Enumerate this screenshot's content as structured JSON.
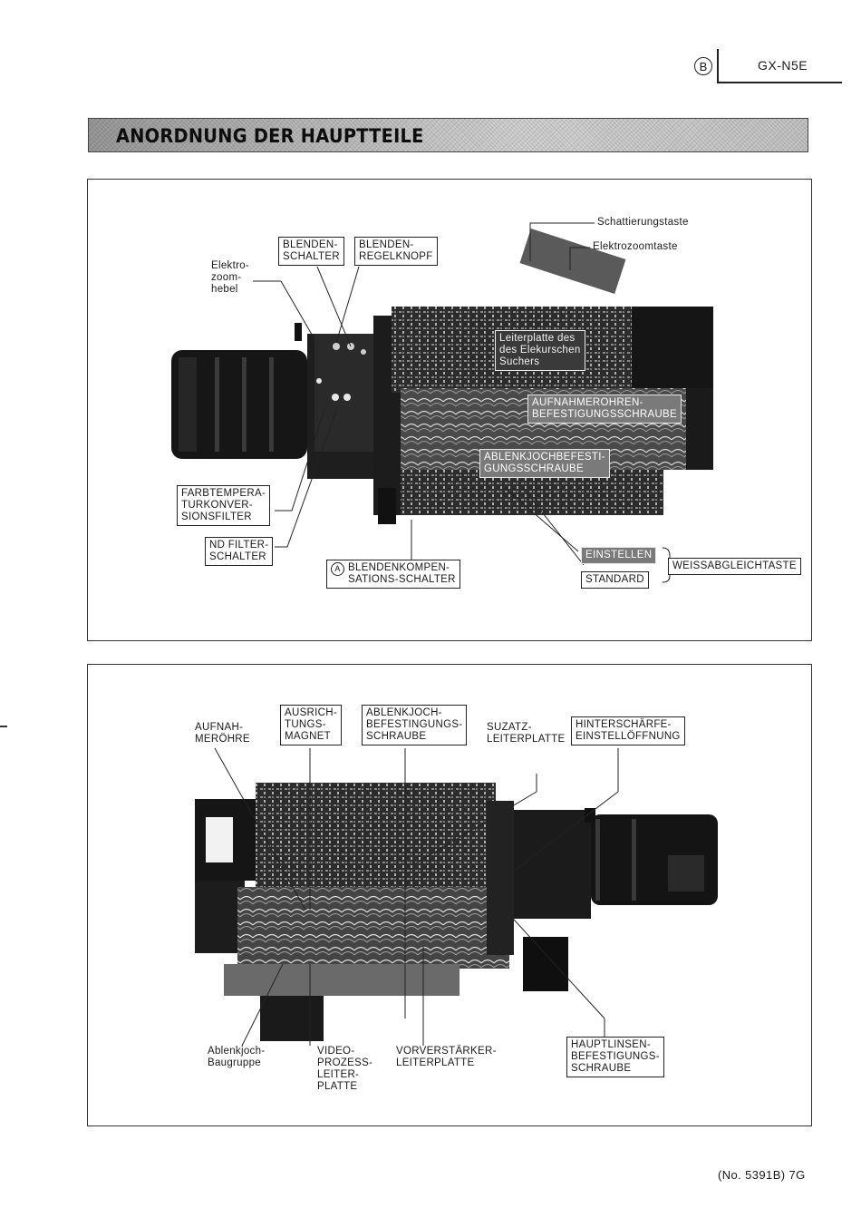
{
  "header": {
    "circle_letter": "B",
    "model": "GX-N5E"
  },
  "title": "ANORDNUNG DER HAUPTTEILE",
  "figure1": {
    "labels": {
      "schattierungstaste": "Schattierungstaste",
      "elektrozoomtaste": "Elektrozoomtaste",
      "blenden_schalter": "BLENDEN-\nSCHALTER",
      "blenden_regelknopf": "BLENDEN-\nREGELKNOPF",
      "elektrozoomhebel": "Elektro-\nzoom-\nhebel",
      "leiterplatte_sucher": "Leiterplatte des\ndes Elekurschen\nSuchers",
      "aufnahmeroehren_schraube": "AUFNAHMEROHREN-\nBEFESTIGUNGSSCHRAUBE",
      "ablenkjoch_schraube": "ABLENKJOCHBEFESTI-\nGUNGSSCHRAUBE",
      "farbtemperatur": "FARBTEMPERA-\nTURKONVER-\nSIONSFILTER",
      "nd_filter": "ND FILTER-\nSCHALTER",
      "blendenkomp_letter": "A",
      "blendenkomp": "BLENDENKOMPEN-\nSATIONS-SCHALTER",
      "einstellen": "EINSTELLEN",
      "standard": "STANDARD",
      "weissabgleich": "WEISSABGLEICHTASTE"
    }
  },
  "figure2": {
    "labels": {
      "aufnahmeroehre": "AUFNAH-\nMERÖHRE",
      "ausrichtungsmagnet": "AUSRICH-\nTUNGS-\nMAGNET",
      "ablenkjoch_schraube": "ABLENKJOCH-\nBEFESTINGUNGS-\nSCHRAUBE",
      "suzatz": "SUZATZ-\nLEITERPLATTE",
      "hinterschaerfe": "HINTERSCHÄRFE-\nEINSTELLÖFFNUNG",
      "ablenkjoch_baugruppe": "Ablenkjoch-\nBaugruppe",
      "videoprozess": "VIDEO-\nPROZESS-\nLEITER-\nPLATTE",
      "vorverstaerker": "VORVERSTÄRKER-\nLEITERPLATTE",
      "hauptlinsen": "HAUPTLINSEN-\nBEFESTIGUNGS-\nSCHRAUBE"
    }
  },
  "footer": "(No. 5391B) 7G"
}
